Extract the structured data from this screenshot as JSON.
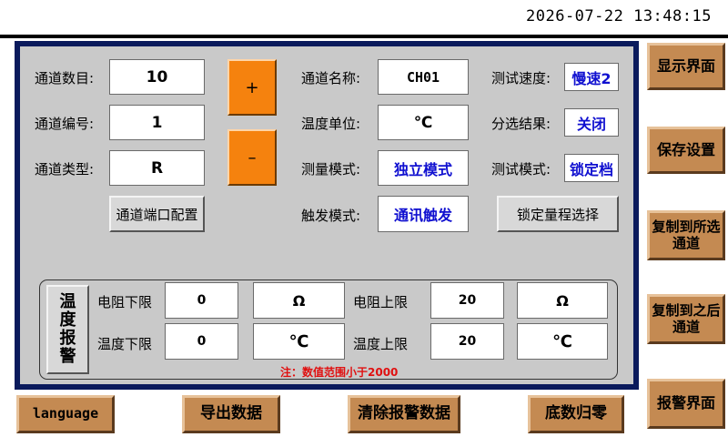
{
  "header": {
    "datetime": "2026-07-22 13:48:15"
  },
  "channel": {
    "count_label": "通道数目:",
    "count_value": "10",
    "number_label": "通道编号:",
    "number_value": "1",
    "type_label": "通道类型:",
    "type_value": "R",
    "plus": "+",
    "minus": "–",
    "port_config": "通道端口配置",
    "name_label": "通道名称:",
    "name_value": "CH01",
    "temp_unit_label": "温度单位:",
    "temp_unit_value": "℃",
    "measure_mode_label": "测量模式:",
    "measure_mode_value": "独立模式",
    "trigger_mode_label": "触发模式:",
    "trigger_mode_value": "通讯触发",
    "speed_label": "测试速度:",
    "speed_value": "慢速2",
    "sort_label": "分选结果:",
    "sort_value": "关闭",
    "test_mode_label": "测试模式:",
    "test_mode_value": "锁定档",
    "lock_range": "锁定量程选择"
  },
  "alarm": {
    "button": "温度报警",
    "res_low_label": "电阻下限",
    "res_low_value": "0",
    "res_low_unit": "Ω",
    "res_high_label": "电阻上限",
    "res_high_value": "20",
    "res_high_unit": "Ω",
    "temp_low_label": "温度下限",
    "temp_low_value": "0",
    "temp_low_unit": "℃",
    "temp_high_label": "温度上限",
    "temp_high_value": "20",
    "temp_high_unit": "℃",
    "note": "注：数值范围小于2000"
  },
  "side_buttons": [
    "显示界面",
    "保存设置",
    "复制到所选通道",
    "复制到之后通道",
    "报警界面"
  ],
  "bottom_buttons": [
    "language",
    "导出数据",
    "清除报警数据",
    "底数归零"
  ],
  "colors": {
    "panel_border": "#0a1a5c",
    "panel_bg": "#c9c9c9",
    "button_brown": "#c48a52",
    "button_orange": "#f5820e",
    "value_blue": "#1010d0",
    "note_red": "#e01010"
  }
}
